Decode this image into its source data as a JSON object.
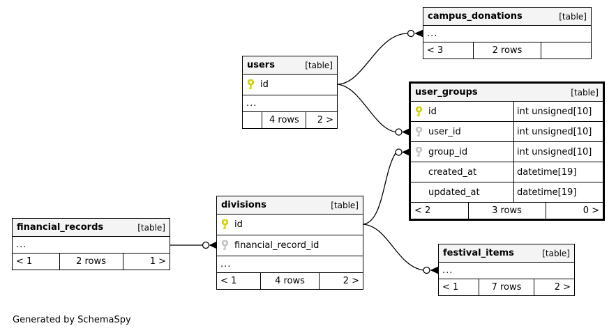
{
  "footer_note": "Generated by SchemaSpy",
  "colors": {
    "primary_key": "#d9d900",
    "primary_key_dark": "#a8a800",
    "foreign_key": "#c9c9c9",
    "foreign_key_dark": "#a9a9a9",
    "header_bg": "#f4f4f4",
    "border": "#000000"
  },
  "tables": {
    "campus_donations": {
      "title": "campus_donations",
      "tag": "[table]",
      "columns": [
        {
          "dots": true
        }
      ],
      "footer": {
        "left": "< 3",
        "center": "2 rows",
        "right": ""
      }
    },
    "users": {
      "title": "users",
      "tag": "[table]",
      "columns": [
        {
          "name": "id",
          "key": "primary"
        },
        {
          "dots": true
        }
      ],
      "footer": {
        "left": "",
        "center": "4 rows",
        "right": "2 >"
      }
    },
    "user_groups": {
      "title": "user_groups",
      "tag": "[table]",
      "columns": [
        {
          "name": "id",
          "key": "primary",
          "type": "int unsigned[10]"
        },
        {
          "name": "user_id",
          "key": "foreign",
          "type": "int unsigned[10]"
        },
        {
          "name": "group_id",
          "key": "foreign",
          "type": "int unsigned[10]"
        },
        {
          "name": "created_at",
          "type": "datetime[19]"
        },
        {
          "name": "updated_at",
          "type": "datetime[19]"
        }
      ],
      "footer": {
        "left": "< 2",
        "center": "3 rows",
        "right": "0 >"
      }
    },
    "divisions": {
      "title": "divisions",
      "tag": "[table]",
      "columns": [
        {
          "name": "id",
          "key": "primary"
        },
        {
          "name": "financial_record_id",
          "key": "foreign"
        },
        {
          "dots": true
        }
      ],
      "footer": {
        "left": "< 1",
        "center": "4 rows",
        "right": "2 >"
      }
    },
    "financial_records": {
      "title": "financial_records",
      "tag": "[table]",
      "columns": [
        {
          "dots": true
        }
      ],
      "footer": {
        "left": "< 1",
        "center": "2 rows",
        "right": "1 >"
      }
    },
    "festival_items": {
      "title": "festival_items",
      "tag": "[table]",
      "columns": [
        {
          "dots": true
        }
      ],
      "footer": {
        "left": "< 1",
        "center": "7 rows",
        "right": "2 >"
      }
    }
  },
  "relationships": [
    {
      "parent": "users.id",
      "child": "campus_donations"
    },
    {
      "parent": "users.id",
      "child": "user_groups.user_id"
    },
    {
      "parent": "divisions.id",
      "child": "user_groups.group_id"
    },
    {
      "parent": "divisions.id",
      "child": "festival_items"
    },
    {
      "parent": "financial_records",
      "child": "divisions.financial_record_id"
    }
  ]
}
